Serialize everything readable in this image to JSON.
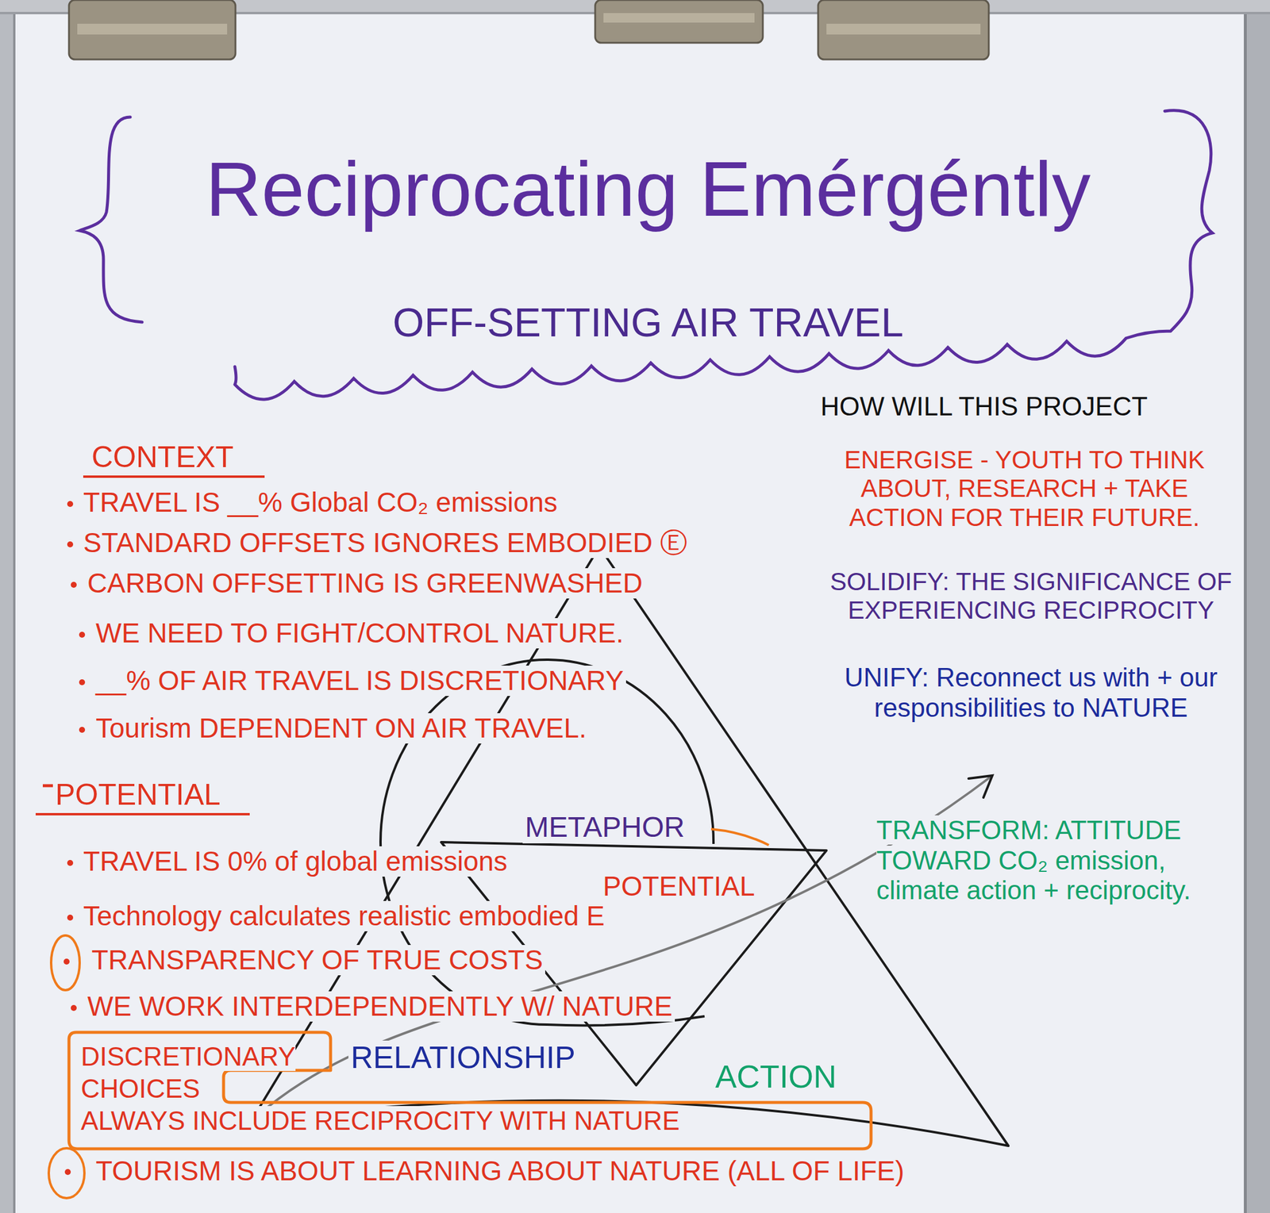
{
  "diagram": {
    "nodes": [
      {
        "text": [
          "Reciprocating Emérgéntly",
          "OFF-SETTING AIR TRAVEL"
        ]
      },
      {
        "text": [
          "DISCRETIONARY CHOICES ALWAYS INCLUDE RECIPROCITY WITH NATURE"
        ]
      }
    ],
    "labels": [
      "CONTEXT",
      "TRAVEL IS __% Global CO₂ emissions",
      "STANDARD OFFSETS IGNORES EMBODIED Ⓔ",
      "CARBON OFFSETTING IS GREENWASHED",
      "WE NEED TO FIGHT/CONTROL NATURE.",
      "__% OF AIR TRAVEL IS DISCRETIONARY",
      "Tourism DEPENDENT ON AIR TRAVEL.",
      "POTENTIAL",
      "TRAVEL IS 0% of global emissions",
      "Technology calculates realistic embodied E",
      "TRANSPARENCY OF TRUE COSTS",
      "WE WORK INTERDEPENDENTLY W/ NATURE",
      "TOURISM IS ABOUT LEARNING ABOUT NATURE (ALL OF LIFE)",
      "HOW WILL THIS PROJECT",
      "ENERGISE - YOUTH TO THINK ABOUT, RESEARCH + TAKE ACTION FOR THEIR FUTURE.",
      "SOLIDIFY: THE SIGNIFICANCE OF EXPERIENCING RECIPROCITY",
      "UNIFY: Reconnect us with + our responsibilities to NATURE",
      "TRANSFORM: ATTITUDE TOWARD CO₂ emission, climate action + reciprocity.",
      "METAPHOR",
      "POTENTIAL",
      "RELATIONSHIP",
      "ACTION"
    ]
  }
}
